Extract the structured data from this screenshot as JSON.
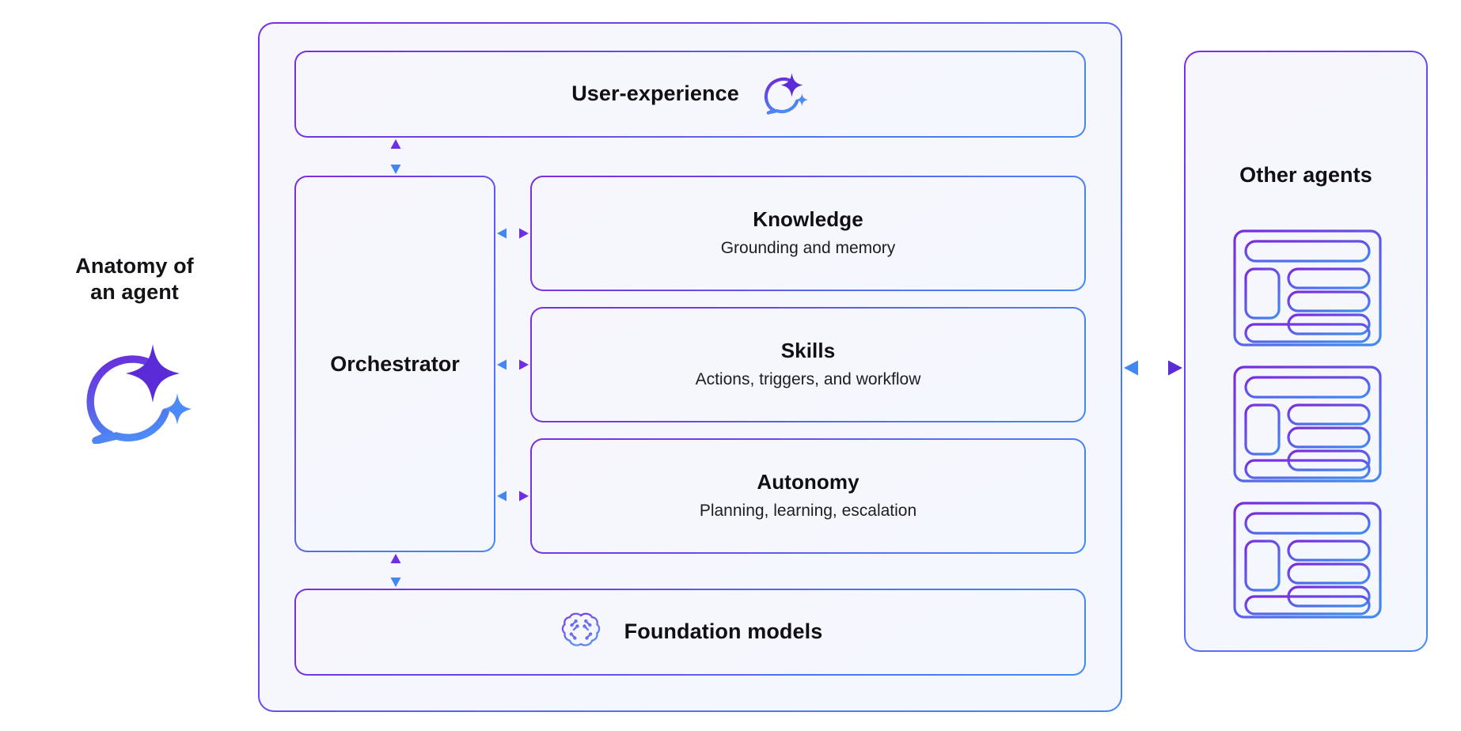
{
  "diagram": {
    "title_lines": [
      "Anatomy of",
      "an agent"
    ],
    "left_icon": "copilot-chat-sparkle-icon"
  },
  "agent": {
    "user_experience": {
      "label": "User-experience",
      "icon": "copilot-chat-sparkle-icon"
    },
    "orchestrator": {
      "label": "Orchestrator"
    },
    "capabilities": [
      {
        "title": "Knowledge",
        "subtitle": "Grounding and memory"
      },
      {
        "title": "Skills",
        "subtitle": "Actions, triggers, and workflow"
      },
      {
        "title": "Autonomy",
        "subtitle": "Planning, learning, escalation"
      }
    ],
    "foundation": {
      "label": "Foundation models",
      "icon": "brain-circuit-icon"
    }
  },
  "other_agents": {
    "title": "Other agents",
    "card_count": 3,
    "card_icon": "agent-wireframe-card-icon"
  },
  "connectors": [
    {
      "name": "ux-to-orchestrator",
      "style": "solid",
      "direction": "bidirectional",
      "orientation": "vertical"
    },
    {
      "name": "orchestrator-to-knowledge",
      "style": "solid",
      "direction": "bidirectional",
      "orientation": "horizontal"
    },
    {
      "name": "orchestrator-to-skills",
      "style": "solid",
      "direction": "bidirectional",
      "orientation": "horizontal"
    },
    {
      "name": "orchestrator-to-autonomy",
      "style": "solid",
      "direction": "bidirectional",
      "orientation": "horizontal"
    },
    {
      "name": "orchestrator-to-foundation",
      "style": "solid",
      "direction": "bidirectional",
      "orientation": "vertical"
    },
    {
      "name": "agent-to-other-agents",
      "style": "dotted",
      "direction": "bidirectional",
      "orientation": "horizontal"
    }
  ],
  "colors": {
    "gradient_start_purple": "#7A2EE0",
    "gradient_end_blue": "#4287F2",
    "panel_background": "#F6F6FD",
    "page_background": "#FFFFFF",
    "text": "#101014"
  }
}
